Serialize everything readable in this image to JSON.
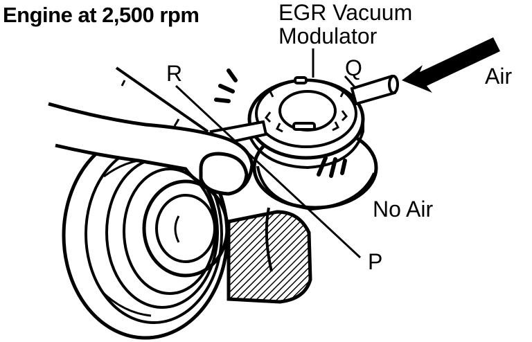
{
  "header": {
    "title": "Engine at 2,500 rpm"
  },
  "callouts": {
    "modulator_line1": "EGR Vacuum",
    "modulator_line2": "Modulator",
    "port_q": "Q",
    "port_r": "R",
    "port_p": "P",
    "air": "Air",
    "no_air": "No Air"
  },
  "icons": {
    "air_direction": "arrow-icon",
    "modulator": "egr-vacuum-modulator",
    "hand": "hand-icon",
    "air_filter": "filter-icon"
  },
  "colors": {
    "ink": "#000000",
    "paper": "#ffffff"
  }
}
